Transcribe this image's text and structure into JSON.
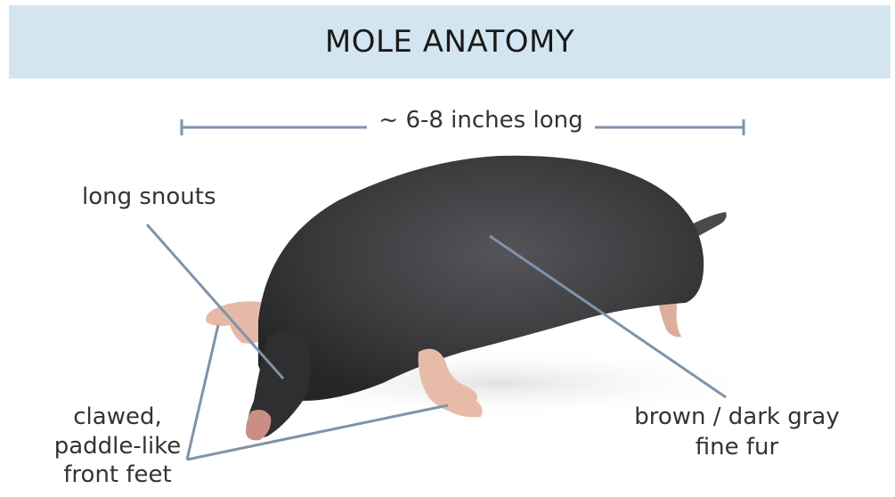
{
  "title": "MOLE ANATOMY",
  "measurement": "~ 6-8 inches long",
  "labels": {
    "snout": "long snouts",
    "feet_line1": "clawed,",
    "feet_line2": "paddle-like",
    "feet_line3": "front feet",
    "fur_line1": "brown / dark gray",
    "fur_line2": "fine fur"
  },
  "colors": {
    "banner": "#d3e5f1",
    "line": "#7f93ab",
    "fur": "#3b3a3b",
    "skin": "#e8b9a6"
  }
}
